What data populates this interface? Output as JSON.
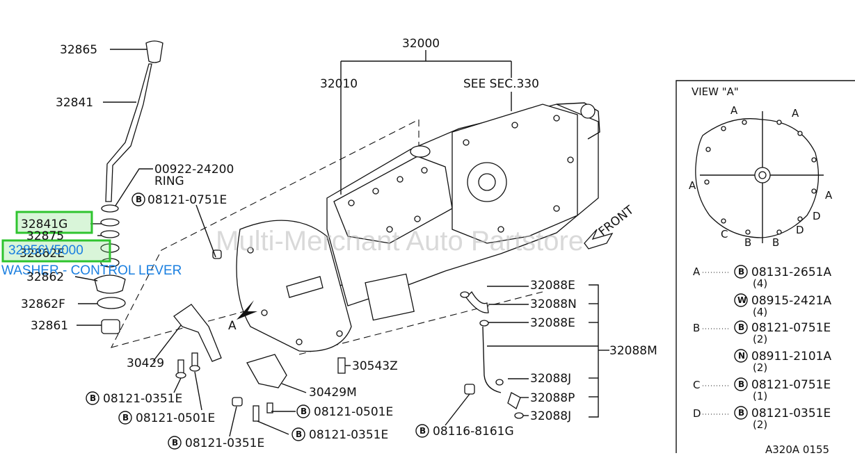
{
  "watermark": "Multi-Merchant Auto Partstore",
  "footer_code": "A320A 0155",
  "highlight": {
    "part_a": "32841G",
    "part_b": "32856V5000",
    "caption": "WASHER - CONTROL LEVER",
    "color": "#2fc42f",
    "caption_color": "#1a7fe0"
  },
  "callouts": {
    "c32865": "32865",
    "c32841": "32841",
    "c00922": "00922-24200",
    "ring": "RING",
    "c32875": "32875",
    "c32862e": "32862E",
    "c32862": "32862",
    "c32862f": "32862F",
    "c32861": "32861",
    "c30429": "30429",
    "c32000": "32000",
    "c32010": "32010",
    "see_sec": "SEE SEC.330",
    "front": "FRONT",
    "arrow_a": "A",
    "b0751": "08121-0751E",
    "b0351a": "08121-0351E",
    "b0501a": "08121-0501E",
    "b0351b": "08121-0351E",
    "c30429m": "30429M",
    "b0501b": "08121-0501E",
    "b0351c": "08121-0351E",
    "c30543z": "30543Z",
    "c32088e1": "32088E",
    "c32088n": "32088N",
    "c32088e2": "32088E",
    "c32088m": "32088M",
    "c32088j1": "32088J",
    "c32088p": "32088P",
    "c32088j2": "32088J",
    "b8161": "08116-8161G",
    "circle_b": "B",
    "circle_w": "W",
    "circle_n": "N"
  },
  "view_a": {
    "title": "VIEW \"A\"",
    "pt_a": "A",
    "pt_b": "B",
    "pt_c": "C",
    "pt_d": "D",
    "legend": [
      {
        "key": "A",
        "sym": "B",
        "part": "08131-2651A",
        "qty": "(4)"
      },
      {
        "key": "",
        "sym": "W",
        "part": "08915-2421A",
        "qty": "(4)"
      },
      {
        "key": "B",
        "sym": "B",
        "part": "08121-0751E",
        "qty": "(2)"
      },
      {
        "key": "",
        "sym": "N",
        "part": "08911-2101A",
        "qty": "(2)"
      },
      {
        "key": "C",
        "sym": "B",
        "part": "08121-0751E",
        "qty": "(1)"
      },
      {
        "key": "D",
        "sym": "B",
        "part": "08121-0351E",
        "qty": "(2)"
      }
    ]
  }
}
